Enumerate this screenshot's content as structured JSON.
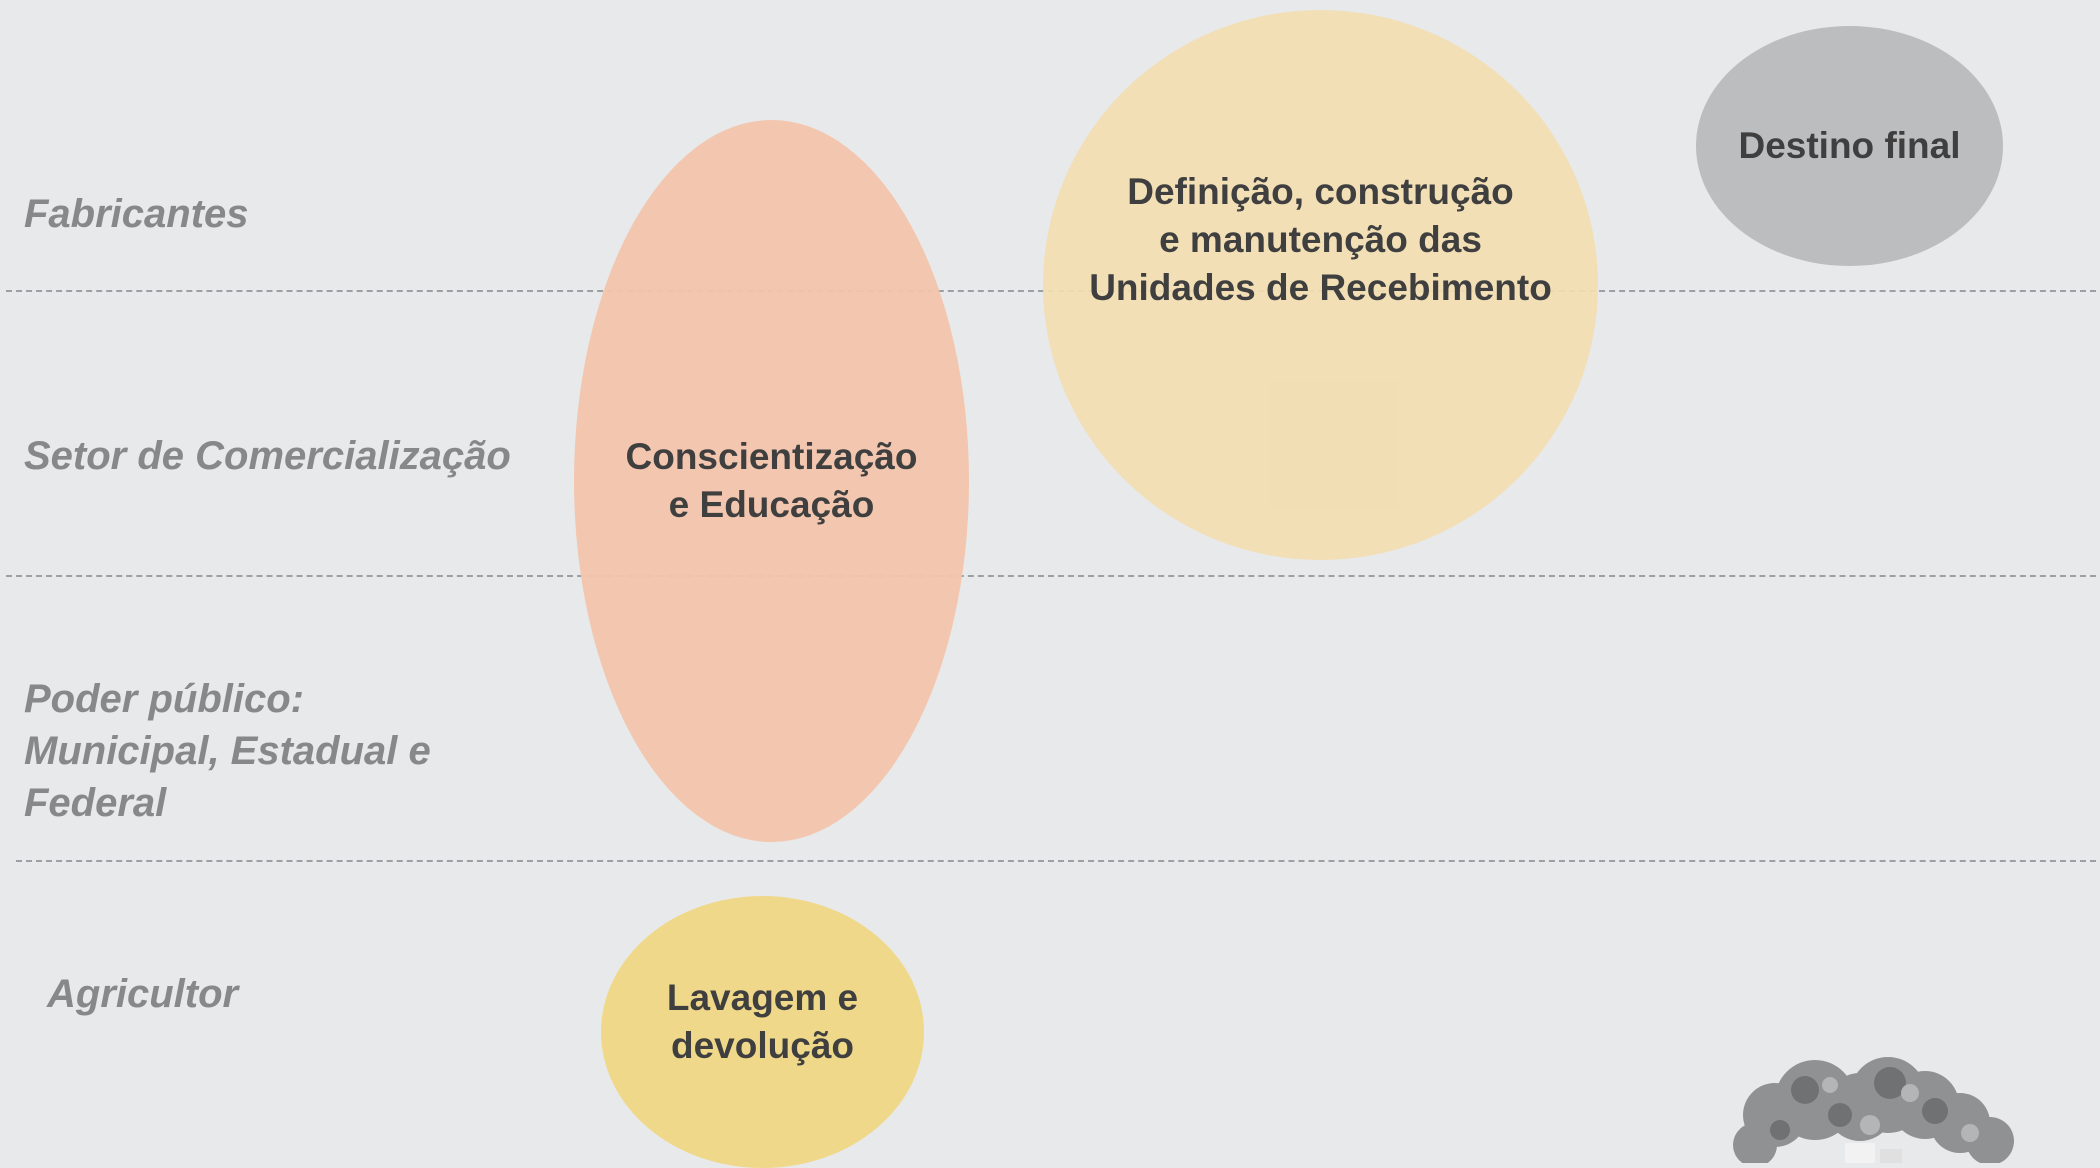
{
  "rows": {
    "fabricantes": "Fabricantes",
    "comercializacao": "Setor de Comercialização",
    "poder_publico": "Poder público:\nMunicipal, Estadual e\nFederal",
    "agricultor": "Agricultor"
  },
  "bubbles": {
    "conscientizacao": "Conscientização\ne Educação",
    "definicao": "Definição, construção\ne manutenção das\nUnidades de Recebimento",
    "destino": "Destino final",
    "lavagem": "Lavagem e\ndevolução"
  },
  "colors": {
    "background": "#e8e9ea",
    "row_label": "#86888a",
    "bubble_text": "#3f3f3f",
    "conscientizacao": "#f3c4ac",
    "definicao": "#f2ddb1",
    "destino": "#bcbdbf",
    "lavagem": "#f0d88a"
  },
  "icons": {
    "trees": "trees-illustration"
  }
}
